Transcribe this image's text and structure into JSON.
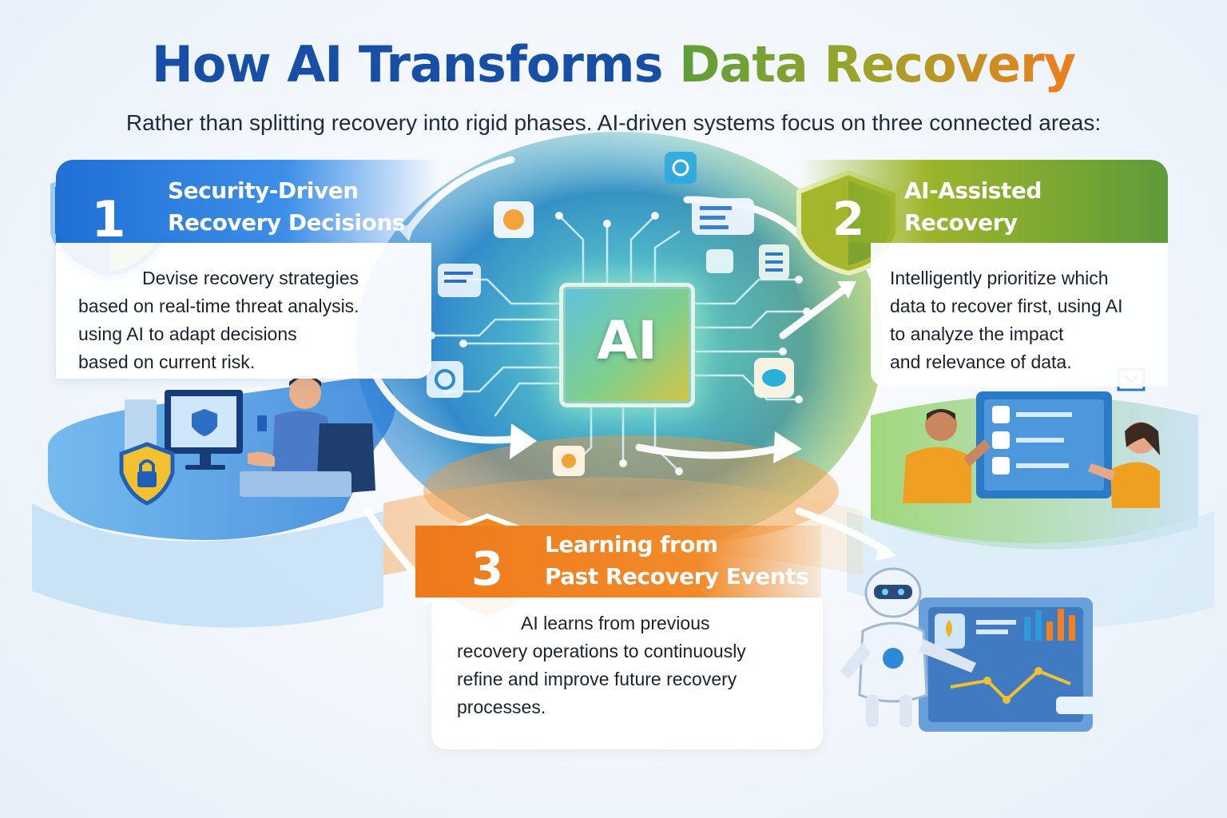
{
  "header": {
    "title_part1": "How AI Transforms",
    "title_part2": "Data Recovery",
    "subtitle": "Rather than splitting recovery into rigid phases. AI-driven systems focus on three connected areas:"
  },
  "center": {
    "chip_label": "AI"
  },
  "areas": [
    {
      "number": "1",
      "title_lines": [
        "Security-Driven",
        "Recovery Decisions"
      ],
      "desc_lines": [
        "Devise recovery strategies",
        "based on real-time threat analysis.",
        "using AI to adapt decisions",
        "based on current risk."
      ],
      "color": "#2a7de1"
    },
    {
      "number": "2",
      "title_lines": [
        "AI-Assisted",
        "Recovery Prioritization"
      ],
      "desc_lines": [
        "Intelligently prioritize which",
        "data to recover first, using AI",
        "to analyze the impact",
        "and relevance of data."
      ],
      "color": "#7aaa32"
    },
    {
      "number": "3",
      "title_lines": [
        "Learning from",
        "Past Recovery Events"
      ],
      "desc_lines": [
        "AI learns from previous",
        "recovery operations to continuously",
        "refine and improve future recovery",
        "processes."
      ],
      "color": "#ef7d1c"
    }
  ],
  "icons": [
    "shield-lock-icon",
    "padlock-icon",
    "monitor-icon",
    "chat-icon",
    "gear-icon",
    "checklist-icon",
    "bar-chart-icon",
    "robot-icon"
  ]
}
